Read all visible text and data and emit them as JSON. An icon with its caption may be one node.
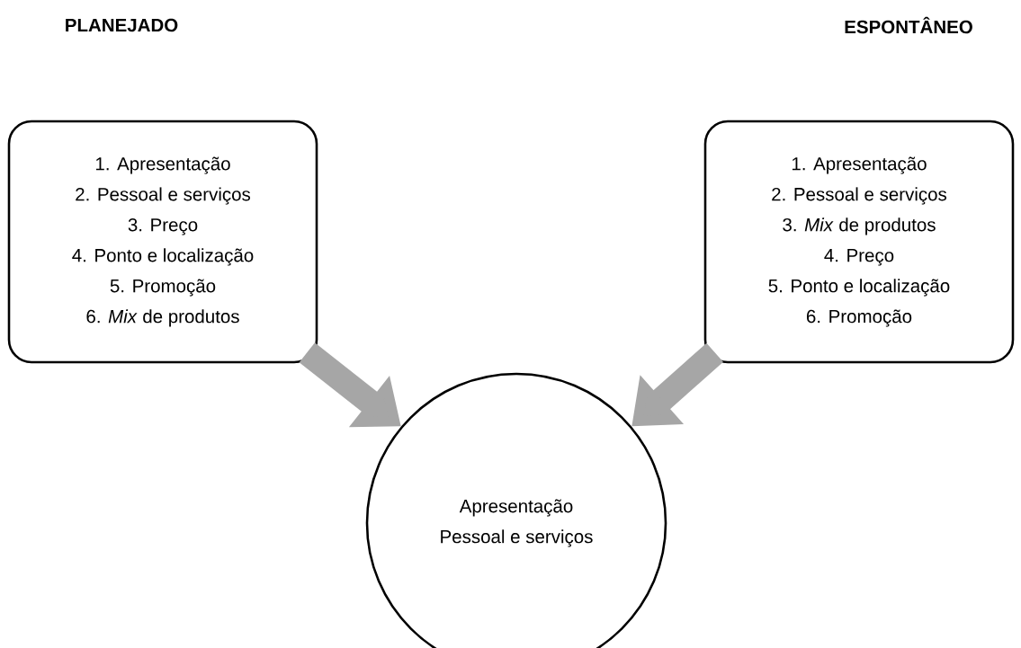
{
  "diagram": {
    "nodes": [
      {
        "text": [
          "1. Apresentação",
          "2. Pessoal e serviços",
          "3. Preço",
          "4. Ponto e localização",
          "5. Promoção",
          "6. *Mix* de produtos"
        ]
      },
      {
        "text": [
          "1. Apresentação",
          "2. Pessoal e serviços",
          "3. *Mix* de produtos",
          "4. Preço",
          "5. Ponto e localização",
          "6. Promoção"
        ]
      },
      {
        "text": [
          "Apresentação",
          "Pessoal e serviços"
        ]
      }
    ],
    "edges": [
      {
        "from": 0,
        "to": 2,
        "arrow": "to"
      },
      {
        "from": 1,
        "to": 2,
        "arrow": "to"
      }
    ],
    "labels": [
      "PLANEJADO",
      "ESPONTÂNEO"
    ]
  }
}
